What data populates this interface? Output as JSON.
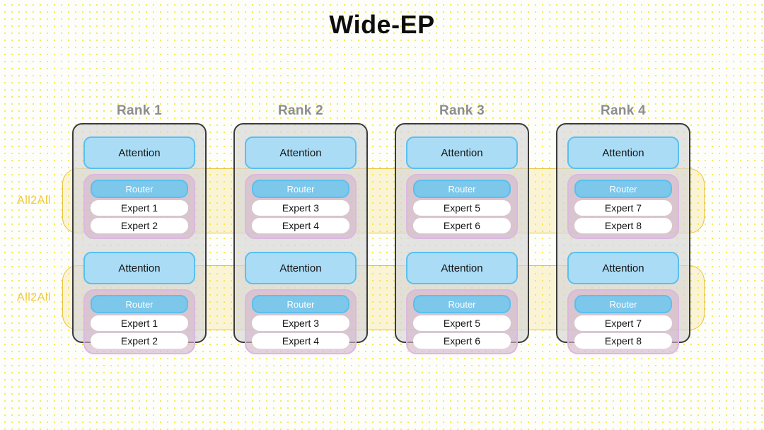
{
  "title": "Wide-EP",
  "all2all": [
    {
      "label": "All2All"
    },
    {
      "label": "All2All"
    }
  ],
  "ranks": [
    {
      "title": "Rank 1",
      "layers": [
        {
          "attention": "Attention",
          "router": "Router",
          "experts": [
            "Expert 1",
            "Expert 2"
          ]
        },
        {
          "attention": "Attention",
          "router": "Router",
          "experts": [
            "Expert 1",
            "Expert 2"
          ]
        }
      ]
    },
    {
      "title": "Rank 2",
      "layers": [
        {
          "attention": "Attention",
          "router": "Router",
          "experts": [
            "Expert 3",
            "Expert 4"
          ]
        },
        {
          "attention": "Attention",
          "router": "Router",
          "experts": [
            "Expert 3",
            "Expert 4"
          ]
        }
      ]
    },
    {
      "title": "Rank 3",
      "layers": [
        {
          "attention": "Attention",
          "router": "Router",
          "experts": [
            "Expert 5",
            "Expert 6"
          ]
        },
        {
          "attention": "Attention",
          "router": "Router",
          "experts": [
            "Expert 5",
            "Expert 6"
          ]
        }
      ]
    },
    {
      "title": "Rank 4",
      "layers": [
        {
          "attention": "Attention",
          "router": "Router",
          "experts": [
            "Expert 7",
            "Expert 8"
          ]
        },
        {
          "attention": "Attention",
          "router": "Router",
          "experts": [
            "Expert 7",
            "Expert 8"
          ]
        }
      ]
    }
  ],
  "colors": {
    "attention_fill": "#aadcf5",
    "attention_border": "#58c0ef",
    "router_fill": "#7dc7ea",
    "moe_fill": "#d4b4cc",
    "moe_border": "#dcb7e0",
    "expert_fill": "#ffffff",
    "rank_border": "#3a3a3a",
    "rank_fill": "#d6d6d6",
    "all2all_accent": "#f0c93c",
    "background_dot": "#f5e84a",
    "title_text": "#0d0d0d",
    "rank_title_text": "#8d8d8d"
  }
}
